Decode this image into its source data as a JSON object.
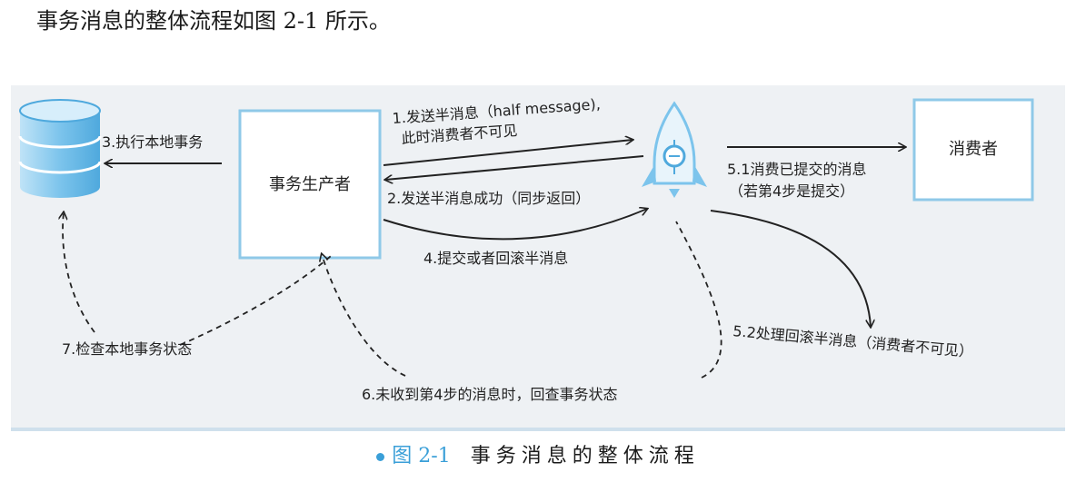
{
  "intro_text": "事务消息的整体流程如图 2-1 所示。",
  "caption": {
    "number": "图 2-1",
    "title": "事务消息的整体流程"
  },
  "nodes": {
    "producer": "事务生产者",
    "consumer": "消费者"
  },
  "steps": {
    "s1_line1": "1.发送半消息（half message),",
    "s1_line2": "此时消费者不可见",
    "s2": "2.发送半消息成功（同步返回）",
    "s3": "3.执行本地事务",
    "s4": "4.提交或者回滚半消息",
    "s5_1_line1": "5.1消费已提交的消息",
    "s5_1_line2": "（若第4步是提交）",
    "s5_2": "5.2处理回滚半消息（消费者不可见）",
    "s6": "6.未收到第4步的消息时，回查事务状态",
    "s7": "7.检查本地事务状态"
  },
  "colors": {
    "accent": "#3a9fd8",
    "node_border": "#8fc9e8",
    "panel_bg": "#eef1f4"
  },
  "icons": {
    "database": "database-icon",
    "broker": "rocket-broker-icon"
  }
}
